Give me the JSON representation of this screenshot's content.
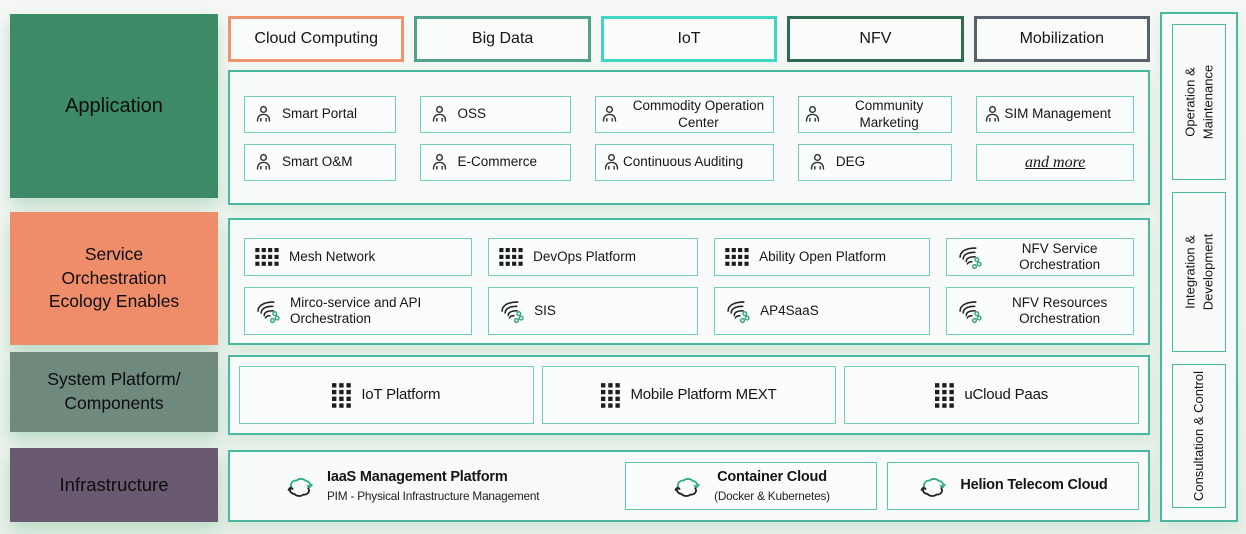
{
  "left_sections": [
    {
      "label": "Application",
      "color": "#3d8b66"
    },
    {
      "label": "Service\nOrchestration\nEcology Enables",
      "color": "#ef8d6b"
    },
    {
      "label": "System Platform/\nComponents",
      "color": "#6f897c"
    },
    {
      "label": "Infrastructure",
      "color": "#695a72"
    }
  ],
  "tabs": [
    {
      "label": "Cloud Computing",
      "border": "#ef946f"
    },
    {
      "label": "Big Data",
      "border": "#4fa28b"
    },
    {
      "label": "IoT",
      "border": "#41d5c3"
    },
    {
      "label": "NFV",
      "border": "#2e6b52"
    },
    {
      "label": "Mobilization",
      "border": "#57616f"
    }
  ],
  "application": {
    "items": [
      {
        "label": "Smart Portal",
        "icon": "person"
      },
      {
        "label": "OSS",
        "icon": "person"
      },
      {
        "label": "Commodity Operation Center",
        "icon": "person"
      },
      {
        "label": "Community Marketing",
        "icon": "person"
      },
      {
        "label": "SIM Management",
        "icon": "person"
      },
      {
        "label": "Smart O&M",
        "icon": "person"
      },
      {
        "label": "E-Commerce",
        "icon": "person"
      },
      {
        "label": "Continuous Auditing",
        "icon": "person"
      },
      {
        "label": "DEG",
        "icon": "person"
      },
      {
        "label": "and more",
        "icon": "none"
      }
    ]
  },
  "orchestration": {
    "items": [
      {
        "label": "Mesh Network",
        "icon": "grid"
      },
      {
        "label": "DevOps Platform",
        "icon": "grid"
      },
      {
        "label": "Ability Open Platform",
        "icon": "grid"
      },
      {
        "label": "NFV Service Orchestration",
        "icon": "orchestration"
      },
      {
        "label": "Mirco-service and API Orchestration",
        "icon": "orchestration"
      },
      {
        "label": "SIS",
        "icon": "orchestration"
      },
      {
        "label": "AP4SaaS",
        "icon": "orchestration"
      },
      {
        "label": "NFV Resources Orchestration",
        "icon": "orchestration"
      }
    ]
  },
  "system_platform": {
    "items": [
      {
        "label": "IoT Platform",
        "icon": "grid"
      },
      {
        "label": "Mobile Platform MEXT",
        "icon": "grid"
      },
      {
        "label": "uCloud Paas",
        "icon": "grid"
      }
    ]
  },
  "infrastructure": {
    "items": [
      {
        "title": "IaaS Management Platform",
        "subtitle": "PIM - Physical Infrastructure Management",
        "icon": "cloud-sync"
      },
      {
        "title": "Container Cloud",
        "subtitle": "(Docker & Kubernetes)",
        "icon": "cloud-sync"
      },
      {
        "title": "Helion Telecom Cloud",
        "subtitle": "",
        "icon": "cloud-sync"
      }
    ]
  },
  "right_sections": [
    {
      "label": "Operation &\nMaintenance"
    },
    {
      "label": "Integration &\nDevelopment"
    },
    {
      "label": "Consultation & Control"
    }
  ],
  "colors": {
    "container_border": "#49b8a0",
    "inner_box_border": "#72cfbb",
    "accent_green_dot": "#2e9e74",
    "background": "#f1f5f1"
  }
}
